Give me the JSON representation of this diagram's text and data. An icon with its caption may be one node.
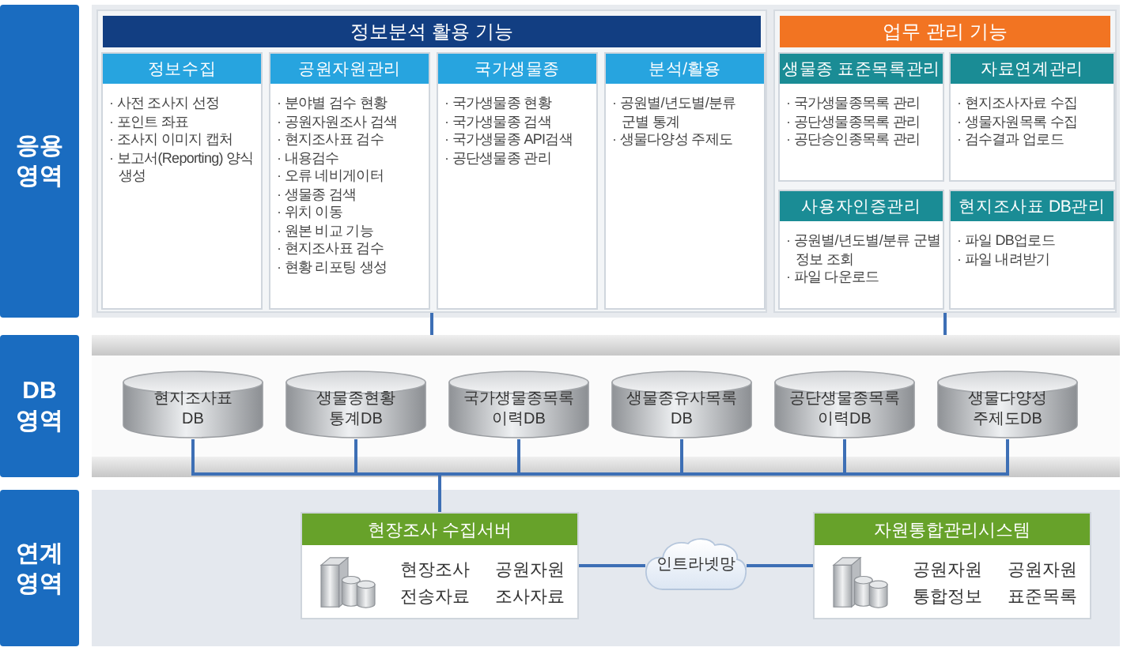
{
  "diagram": {
    "nodes": [
      {
        "text": [
          "응용 영역"
        ]
      },
      {
        "text": [
          "정보분석 활용 기능"
        ],
        "in": 0
      },
      {
        "text": [
          "정보수집",
          "· 사전 조사지 선정",
          "· 포인트 좌표",
          "· 조사지 이미지 캡처",
          "· 보고서(Reporting) 양식 생성"
        ],
        "in": 1
      },
      {
        "text": [
          "공원자원관리",
          "· 분야별 검수 현황",
          "· 공원자원조사 검색",
          "· 현지조사표 검수",
          "· 내용검수",
          "· 오류 네비게이터",
          "· 생물종 검색",
          "· 위치 이동",
          "· 원본 비교 기능",
          "· 현지조사표 검수",
          "· 현황 리포팅 생성"
        ],
        "in": 1
      },
      {
        "text": [
          "국가생물종",
          "· 국가생물종 현황",
          "· 국가생물종 검색",
          "· 국가생물종 API검색",
          "· 공단생물종 관리"
        ],
        "in": 1
      },
      {
        "text": [
          "분석/활용",
          "· 공원별/년도별/분류 군별 통계",
          "· 생물다양성 주제도"
        ],
        "in": 1
      },
      {
        "text": [
          "업무 관리 기능"
        ],
        "in": 0
      },
      {
        "text": [
          "생물종 표준목록관리",
          "· 국가생물종목록 관리",
          "· 공단생물종목록 관리",
          "· 공단승인종목록 관리"
        ],
        "in": 6
      },
      {
        "text": [
          "자료연계관리",
          "· 현지조사자료 수집",
          "· 생물자원목록 수집",
          "· 검수결과 업로드"
        ],
        "in": 6
      },
      {
        "text": [
          "사용자인증관리",
          "· 공원별/년도별/분류 군별 정보 조회",
          "· 파일 다운로드"
        ],
        "in": 6
      },
      {
        "text": [
          "현지조사표 DB관리",
          "· 파일 DB업로드",
          "· 파일 내려받기"
        ],
        "in": 6
      },
      {
        "text": [
          "DB 영역"
        ]
      },
      {
        "text": [
          "현지조사표 DB"
        ],
        "in": 11
      },
      {
        "text": [
          "생물종현황 통계DB"
        ],
        "in": 11
      },
      {
        "text": [
          "국가생물종목록 이력DB"
        ],
        "in": 11
      },
      {
        "text": [
          "생물종유사목록 DB"
        ],
        "in": 11
      },
      {
        "text": [
          "공단생물종목록 이력DB"
        ],
        "in": 11
      },
      {
        "text": [
          "생물다양성 주제도DB"
        ],
        "in": 11
      },
      {
        "text": [
          "연계 영역"
        ]
      },
      {
        "text": [
          "현장조사 수집서버",
          "현장조사 전송자료",
          "공원자원 조사자료"
        ],
        "in": 18
      },
      {
        "text": [
          "인트라넷망"
        ],
        "in": 18
      },
      {
        "text": [
          "자원통합관리시스템",
          "공원자원 통합정보",
          "공원자원 표준목록"
        ],
        "in": 18
      }
    ],
    "edges": [
      {
        "from": 1,
        "to": 11,
        "arrow": "none"
      },
      {
        "from": 6,
        "to": 11,
        "arrow": "none"
      },
      {
        "from": 12,
        "to": 19,
        "arrow": "none"
      },
      {
        "from": 13,
        "to": 19,
        "arrow": "none"
      },
      {
        "from": 14,
        "to": 19,
        "arrow": "none"
      },
      {
        "from": 15,
        "to": 19,
        "arrow": "none"
      },
      {
        "from": 16,
        "to": 19,
        "arrow": "none"
      },
      {
        "from": 17,
        "to": 19,
        "arrow": "none"
      },
      {
        "from": 19,
        "to": 20,
        "arrow": "none"
      },
      {
        "from": 20,
        "to": 21,
        "arrow": "none"
      }
    ]
  }
}
